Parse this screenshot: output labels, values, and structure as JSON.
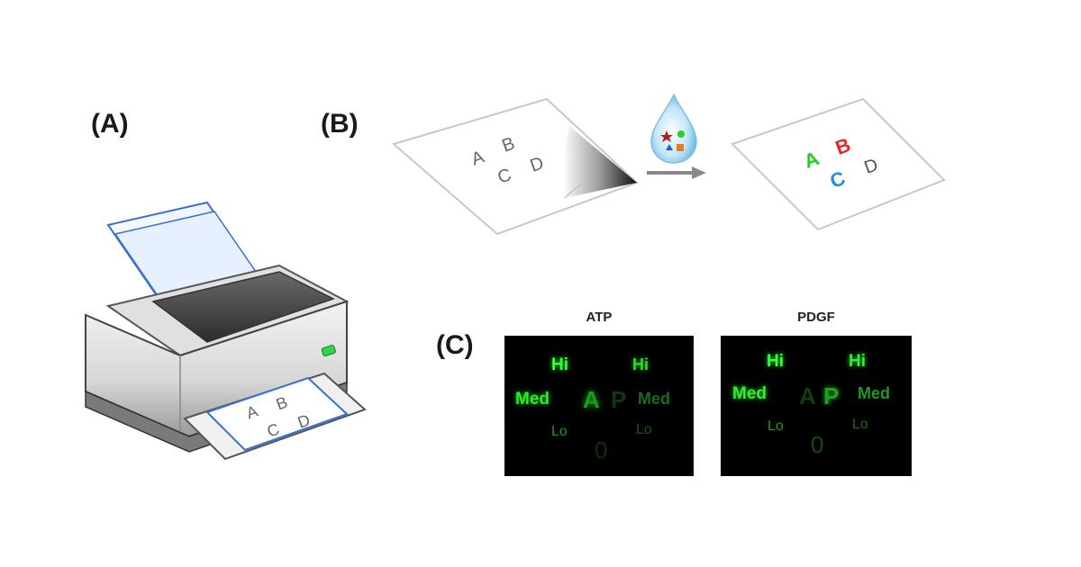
{
  "panels": {
    "a": {
      "label": "(A)",
      "printout_letters": [
        "A",
        "B",
        "C",
        "D"
      ]
    },
    "b": {
      "label": "(B)",
      "sheet_letters": [
        "A",
        "B",
        "C",
        "D"
      ],
      "result_letters": [
        "A",
        "B",
        "C",
        "D"
      ],
      "result_colors": {
        "A": "#22cc22",
        "B": "#e8242a",
        "C": "#1f8de0",
        "D": "#555555"
      }
    },
    "c": {
      "label": "(C)",
      "images": [
        {
          "title": "ATP",
          "hi_left": "Hi",
          "hi_right": "Hi",
          "med_left": "Med",
          "med_right": "Med",
          "lo_left": "Lo",
          "lo_right": "Lo",
          "center_a": "A",
          "center_p": "P",
          "zero": "0"
        },
        {
          "title": "PDGF",
          "hi_left": "Hi",
          "hi_right": "Hi",
          "med_left": "Med",
          "med_right": "Med",
          "lo_left": "Lo",
          "lo_right": "Lo",
          "center_a": "A",
          "center_p": "P",
          "zero": "0"
        }
      ]
    }
  },
  "colors": {
    "fluorescent_green": "#35ff35",
    "arrow": "#8a8a8a"
  }
}
